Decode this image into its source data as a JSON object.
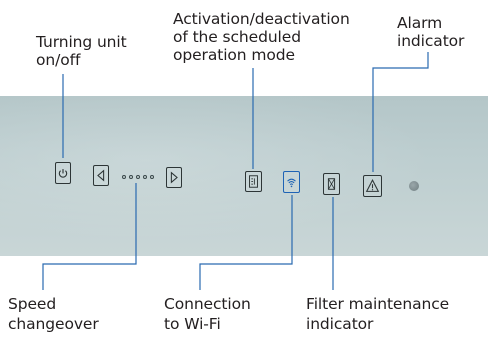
{
  "labels": {
    "power": [
      "Turning unit",
      "on/off"
    ],
    "schedule": [
      "Activation/deactivation",
      "of the scheduled",
      "operation mode"
    ],
    "alarm": [
      "Alarm",
      "indicator"
    ],
    "speed": [
      "Speed",
      "changeover"
    ],
    "wifi": [
      "Connection",
      "to Wi-Fi"
    ],
    "filter": [
      "Filter maintenance",
      "indicator"
    ]
  },
  "controls": {
    "speed_level_dots": 5,
    "wifi_active": true
  },
  "colors": {
    "panel": "#bccdcf",
    "leader_line": "#2a6ab0",
    "icon_stroke": "#2d3536",
    "wifi_icon": "#1e63b5",
    "text": "#231f20"
  },
  "icons": [
    "power-icon",
    "arrow-left-icon",
    "arrow-right-icon",
    "schedule-icon",
    "wifi-icon",
    "filter-icon",
    "alarm-icon",
    "status-led"
  ]
}
